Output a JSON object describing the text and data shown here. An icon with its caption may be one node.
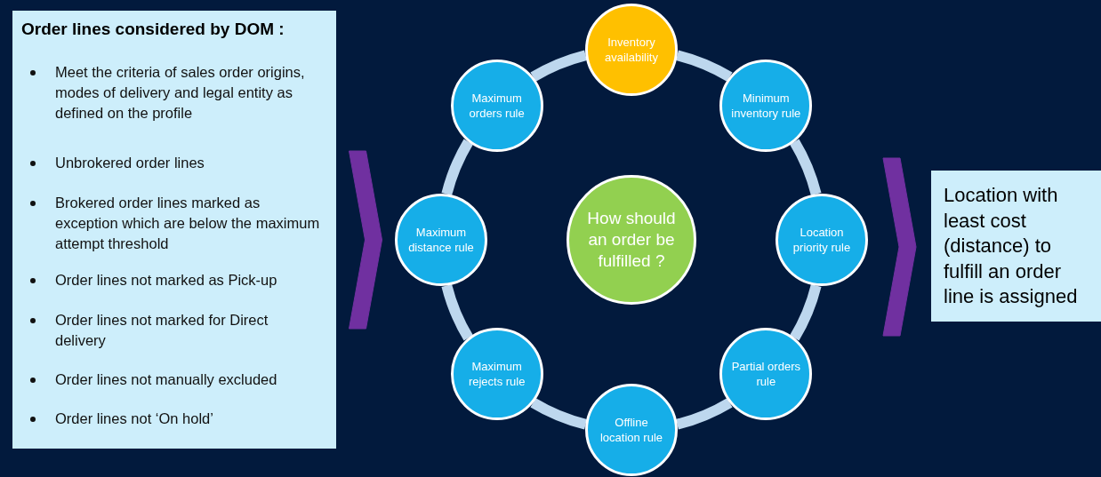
{
  "diagram": {
    "nodes": [
      {
        "text": [
          "Order lines considered by DOM :",
          "Meet the criteria of sales order origins, modes of delivery and legal entity as defined on the profile",
          "Unbrokered order lines",
          "Brokered order lines marked as exception which are below the maximum attempt threshold",
          "Order lines not marked as Pick-up",
          "Order lines not marked for Direct delivery",
          "Order lines not manually excluded",
          "Order lines not ‘On hold’"
        ]
      },
      {
        "text": [
          "Inventory availability"
        ]
      },
      {
        "text": [
          "Maximum orders rule"
        ]
      },
      {
        "text": [
          "Minimum inventory rule"
        ]
      },
      {
        "text": [
          "Maximum distance rule"
        ]
      },
      {
        "text": [
          "How should an order be fulfilled ?"
        ]
      },
      {
        "text": [
          "Location priority rule"
        ]
      },
      {
        "text": [
          "Maximum rejects rule"
        ]
      },
      {
        "text": [
          "Partial orders rule"
        ]
      },
      {
        "text": [
          "Offline location rule"
        ]
      },
      {
        "text": [
          "Location with least cost (distance) to fulfill an order line is assigned"
        ]
      }
    ],
    "edges": [
      {
        "from": 1,
        "to": 3,
        "arrow": "none"
      },
      {
        "from": 3,
        "to": 6,
        "arrow": "none"
      },
      {
        "from": 6,
        "to": 8,
        "arrow": "none"
      },
      {
        "from": 8,
        "to": 9,
        "arrow": "none"
      },
      {
        "from": 9,
        "to": 7,
        "arrow": "none"
      },
      {
        "from": 7,
        "to": 4,
        "arrow": "none"
      },
      {
        "from": 4,
        "to": 2,
        "arrow": "none"
      },
      {
        "from": 2,
        "to": 1,
        "arrow": "none"
      },
      {
        "from": 0,
        "to": 4,
        "arrow": "to",
        "style": "thick",
        "color": "#7030a0"
      },
      {
        "from": 6,
        "to": 10,
        "arrow": "to",
        "style": "thick",
        "color": "#7030a0"
      }
    ]
  }
}
